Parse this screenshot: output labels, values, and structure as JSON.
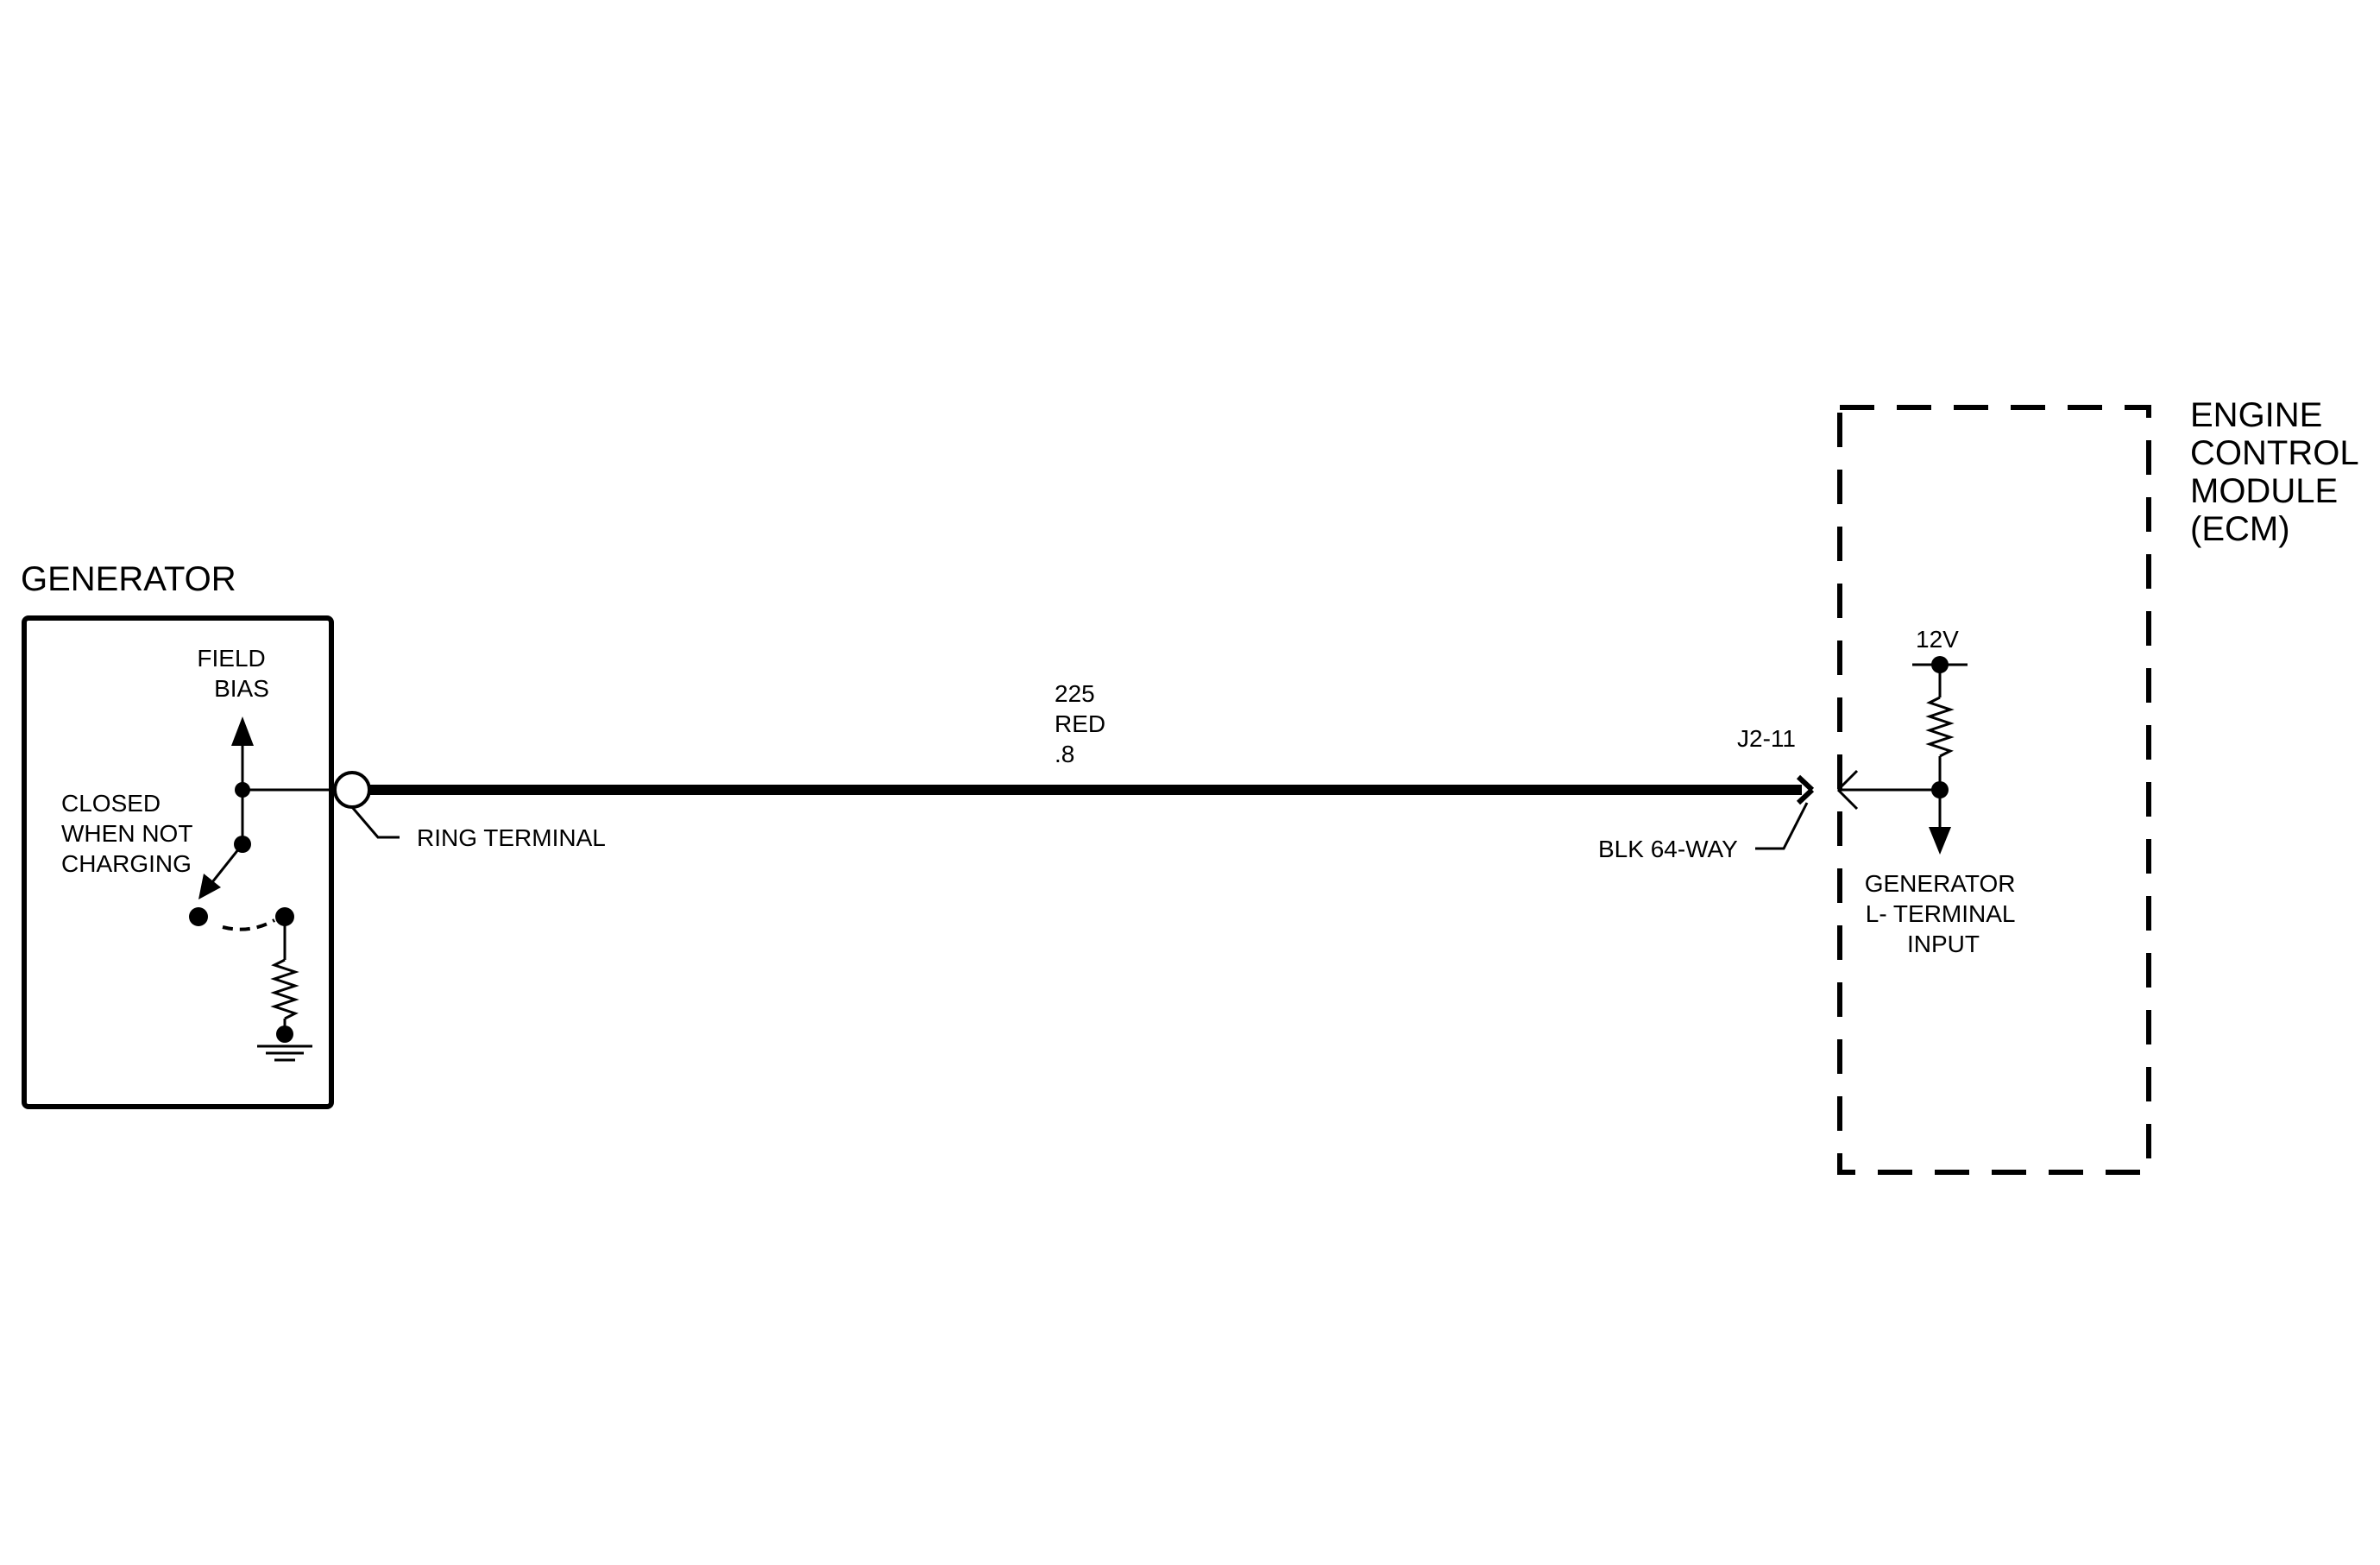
{
  "generator": {
    "title": "GENERATOR",
    "field_bias_line1": "FIELD",
    "field_bias_line2": "BIAS",
    "switch_note_line1": "CLOSED",
    "switch_note_line2": "WHEN NOT",
    "switch_note_line3": "CHARGING",
    "ring_terminal_label": "RING TERMINAL"
  },
  "wire": {
    "circuit_number": "225",
    "color": "RED",
    "gauge": ".8"
  },
  "connector": {
    "pin": "J2-11",
    "name": "BLK 64-WAY"
  },
  "ecm": {
    "title_line1": "ENGINE",
    "title_line2": "CONTROL",
    "title_line3": "MODULE",
    "title_line4": "(ECM)",
    "supply_voltage": "12V",
    "input_line1": "GENERATOR",
    "input_line2": "L- TERMINAL",
    "input_line3": "INPUT"
  },
  "colors": {
    "ink": "#000000",
    "background": "#ffffff"
  },
  "icons": {
    "ground": "ground-symbol-icon",
    "resistor": "resistor-zigzag-icon",
    "switch": "open-switch-icon",
    "ring_terminal": "ring-terminal-icon",
    "connector_pin": "connector-pin-icon"
  }
}
